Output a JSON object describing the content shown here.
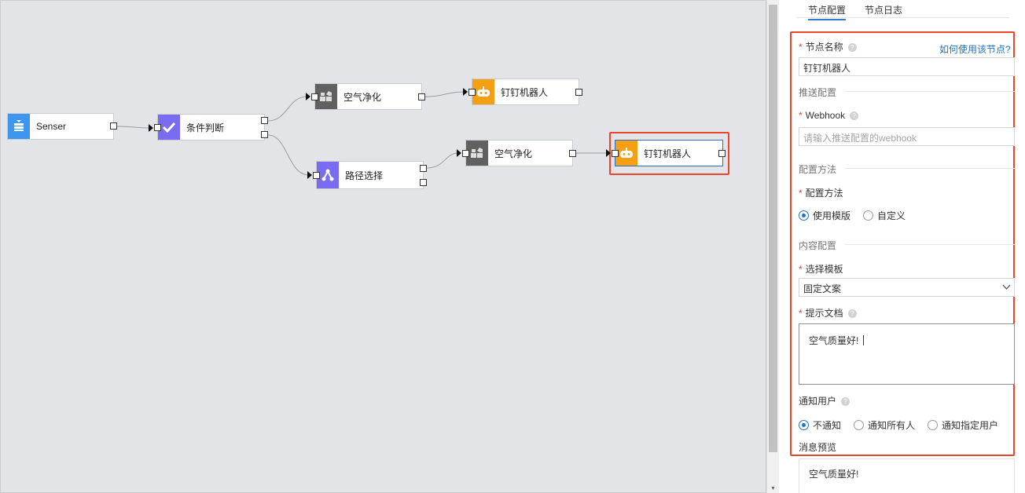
{
  "canvas": {
    "nodes": [
      {
        "id": "senser",
        "label": "Senser",
        "icon": "sensor-icon",
        "color": "#3d97f0"
      },
      {
        "id": "condition",
        "label": "条件判断",
        "icon": "check-icon",
        "color": "#7a6cf0"
      },
      {
        "id": "purify1",
        "label": "空气净化",
        "icon": "purifier-icon",
        "color": "#616161"
      },
      {
        "id": "route",
        "label": "路径选择",
        "icon": "route-icon",
        "color": "#7a6cf0"
      },
      {
        "id": "robot1",
        "label": "钉钉机器人",
        "icon": "robot-icon",
        "color": "#f5a013"
      },
      {
        "id": "purify2",
        "label": "空气净化",
        "icon": "purifier-icon",
        "color": "#616161"
      },
      {
        "id": "robot2",
        "label": "钉钉机器人",
        "icon": "robot-icon",
        "color": "#f5a013"
      }
    ],
    "selected_node": "robot2"
  },
  "tabs": [
    {
      "label": "节点配置",
      "active": true
    },
    {
      "label": "节点日志",
      "active": false
    }
  ],
  "form": {
    "node_name_label": "节点名称",
    "help_link": "如何使用该节点?",
    "node_name_value": "钉钉机器人",
    "section_push": "推送配置",
    "webhook_label": "Webhook",
    "webhook_placeholder": "请输入推送配置的webhook",
    "section_config": "配置方法",
    "config_method_label": "配置方法",
    "config_options": [
      {
        "label": "使用模版",
        "selected": true
      },
      {
        "label": "自定义",
        "selected": false
      }
    ],
    "section_content": "内容配置",
    "template_label": "选择模板",
    "template_value": "固定文案",
    "doc_label": "提示文档",
    "doc_value": "空气质量好!",
    "notify_label": "通知用户",
    "notify_options": [
      {
        "label": "不通知",
        "selected": true
      },
      {
        "label": "通知所有人",
        "selected": false
      },
      {
        "label": "通知指定用户",
        "selected": false
      }
    ],
    "preview_label": "消息预览",
    "preview_value": "空气质量好!"
  },
  "colors": {
    "accent": "#1f74c4",
    "highlight": "#e8462b",
    "required": "#e0403a"
  }
}
